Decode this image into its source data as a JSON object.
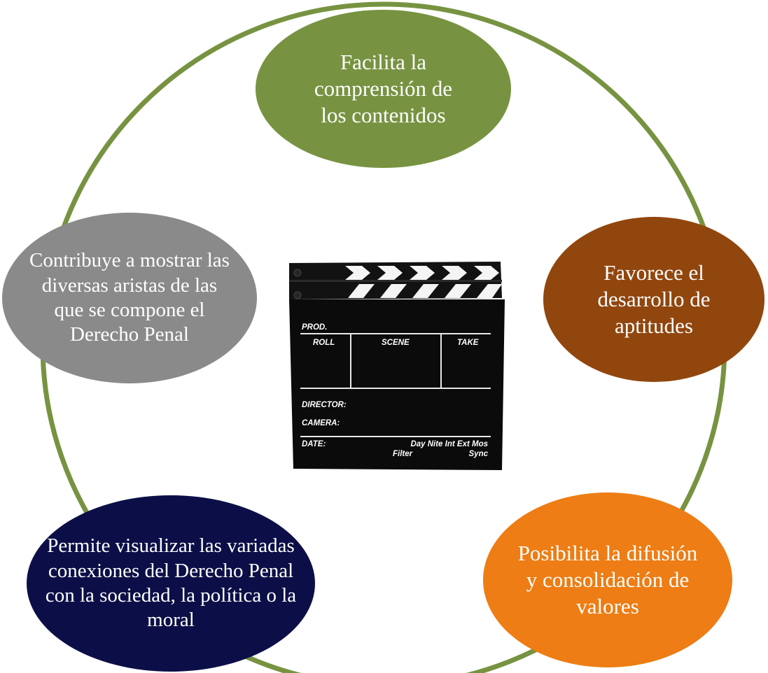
{
  "diagram": {
    "ring_color": "#779341",
    "nodes": [
      {
        "id": "top",
        "text": "Facilita la\ncomprensión de\nlos contenidos",
        "color": "#779341"
      },
      {
        "id": "right",
        "text": "Favorece el\ndesarrollo de\naptitudes",
        "color": "#91460e"
      },
      {
        "id": "bottom_right",
        "text": "Posibilita la difusión\ny consolidación de\nvalores",
        "color": "#ed7d14"
      },
      {
        "id": "bottom_left",
        "text": "Permite visualizar las variadas\nconexiones del Derecho Penal\ncon la sociedad, la política o la\nmoral",
        "color": "#0c0f47"
      },
      {
        "id": "left",
        "text": "Contribuye a mostrar las\ndiversas aristas de las\nque se compone el\nDerecho Penal",
        "color": "#8a8a8a"
      }
    ]
  },
  "clapperboard": {
    "icon": "clapperboard-icon",
    "prod": "PROD.",
    "roll": "ROLL",
    "scene": "SCENE",
    "take": "TAKE",
    "director": "DIRECTOR:",
    "camera": "CAMERA:",
    "date": "DATE:",
    "day_nite": "Day Nite Int Ext Mos",
    "filter": "Filter",
    "sync": "Sync"
  }
}
